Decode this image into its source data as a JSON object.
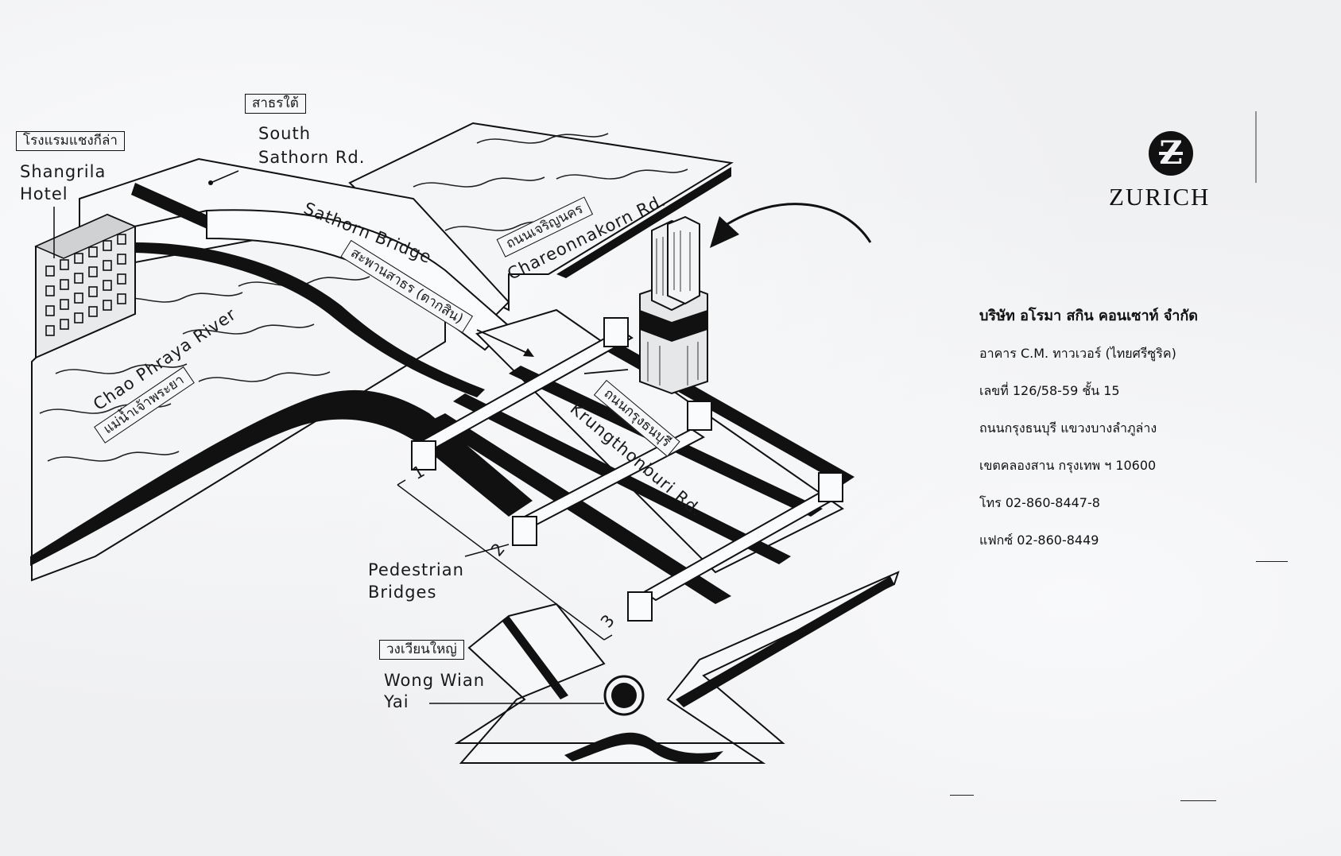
{
  "map": {
    "shangrila_thai": "โรงแรมแชงกีล่า",
    "shangrila_en_1": "Shangrila",
    "shangrila_en_2": "Hotel",
    "south_sathorn_thai": "สาธรใต้",
    "south_sathorn_en_1": "South",
    "south_sathorn_en_2": "Sathorn Rd.",
    "sathorn_bridge_en": "Sathorn Bridge",
    "sathorn_bridge_thai": "สะพานสาธร (ตากสิน)",
    "chareonnakorn_thai": "ถนนเจริญนคร",
    "chareonnakorn_en": "Chareonnakorn Rd.",
    "river_en": "Chao Phraya River",
    "river_thai": "แม่น้ำเจ้าพระยา",
    "krungthonburi_thai": "ถนนกรุงธนบุรี",
    "krungthonburi_en": "Krungthonburi Rd.",
    "pedestrian_1": "Pedestrian",
    "pedestrian_2": "Bridges",
    "bridge_numbers": [
      "1",
      "2",
      "3"
    ],
    "wongwian_thai": "วงเวียนใหญ่",
    "wongwian_en_1": "Wong Wian",
    "wongwian_en_2": "Yai"
  },
  "brand": {
    "logo_letter": "Z",
    "name": "ZURICH"
  },
  "company": {
    "name": "บริษัท อโรมา สกิน คอนเซาท์ จำกัด",
    "building": "อาคาร C.M. ทาวเวอร์ (ไทยศรีซูริค)",
    "number": "เลขที่ 126/58-59 ชั้น 15",
    "road": "ถนนกรุงธนบุรี แขวงบางลำภูล่าง",
    "district": "เขตคลองสาน กรุงเทพ ฯ 10600",
    "phone": "โทร 02-860-8447-8",
    "fax": "แฟกซ์ 02-860-8449"
  }
}
